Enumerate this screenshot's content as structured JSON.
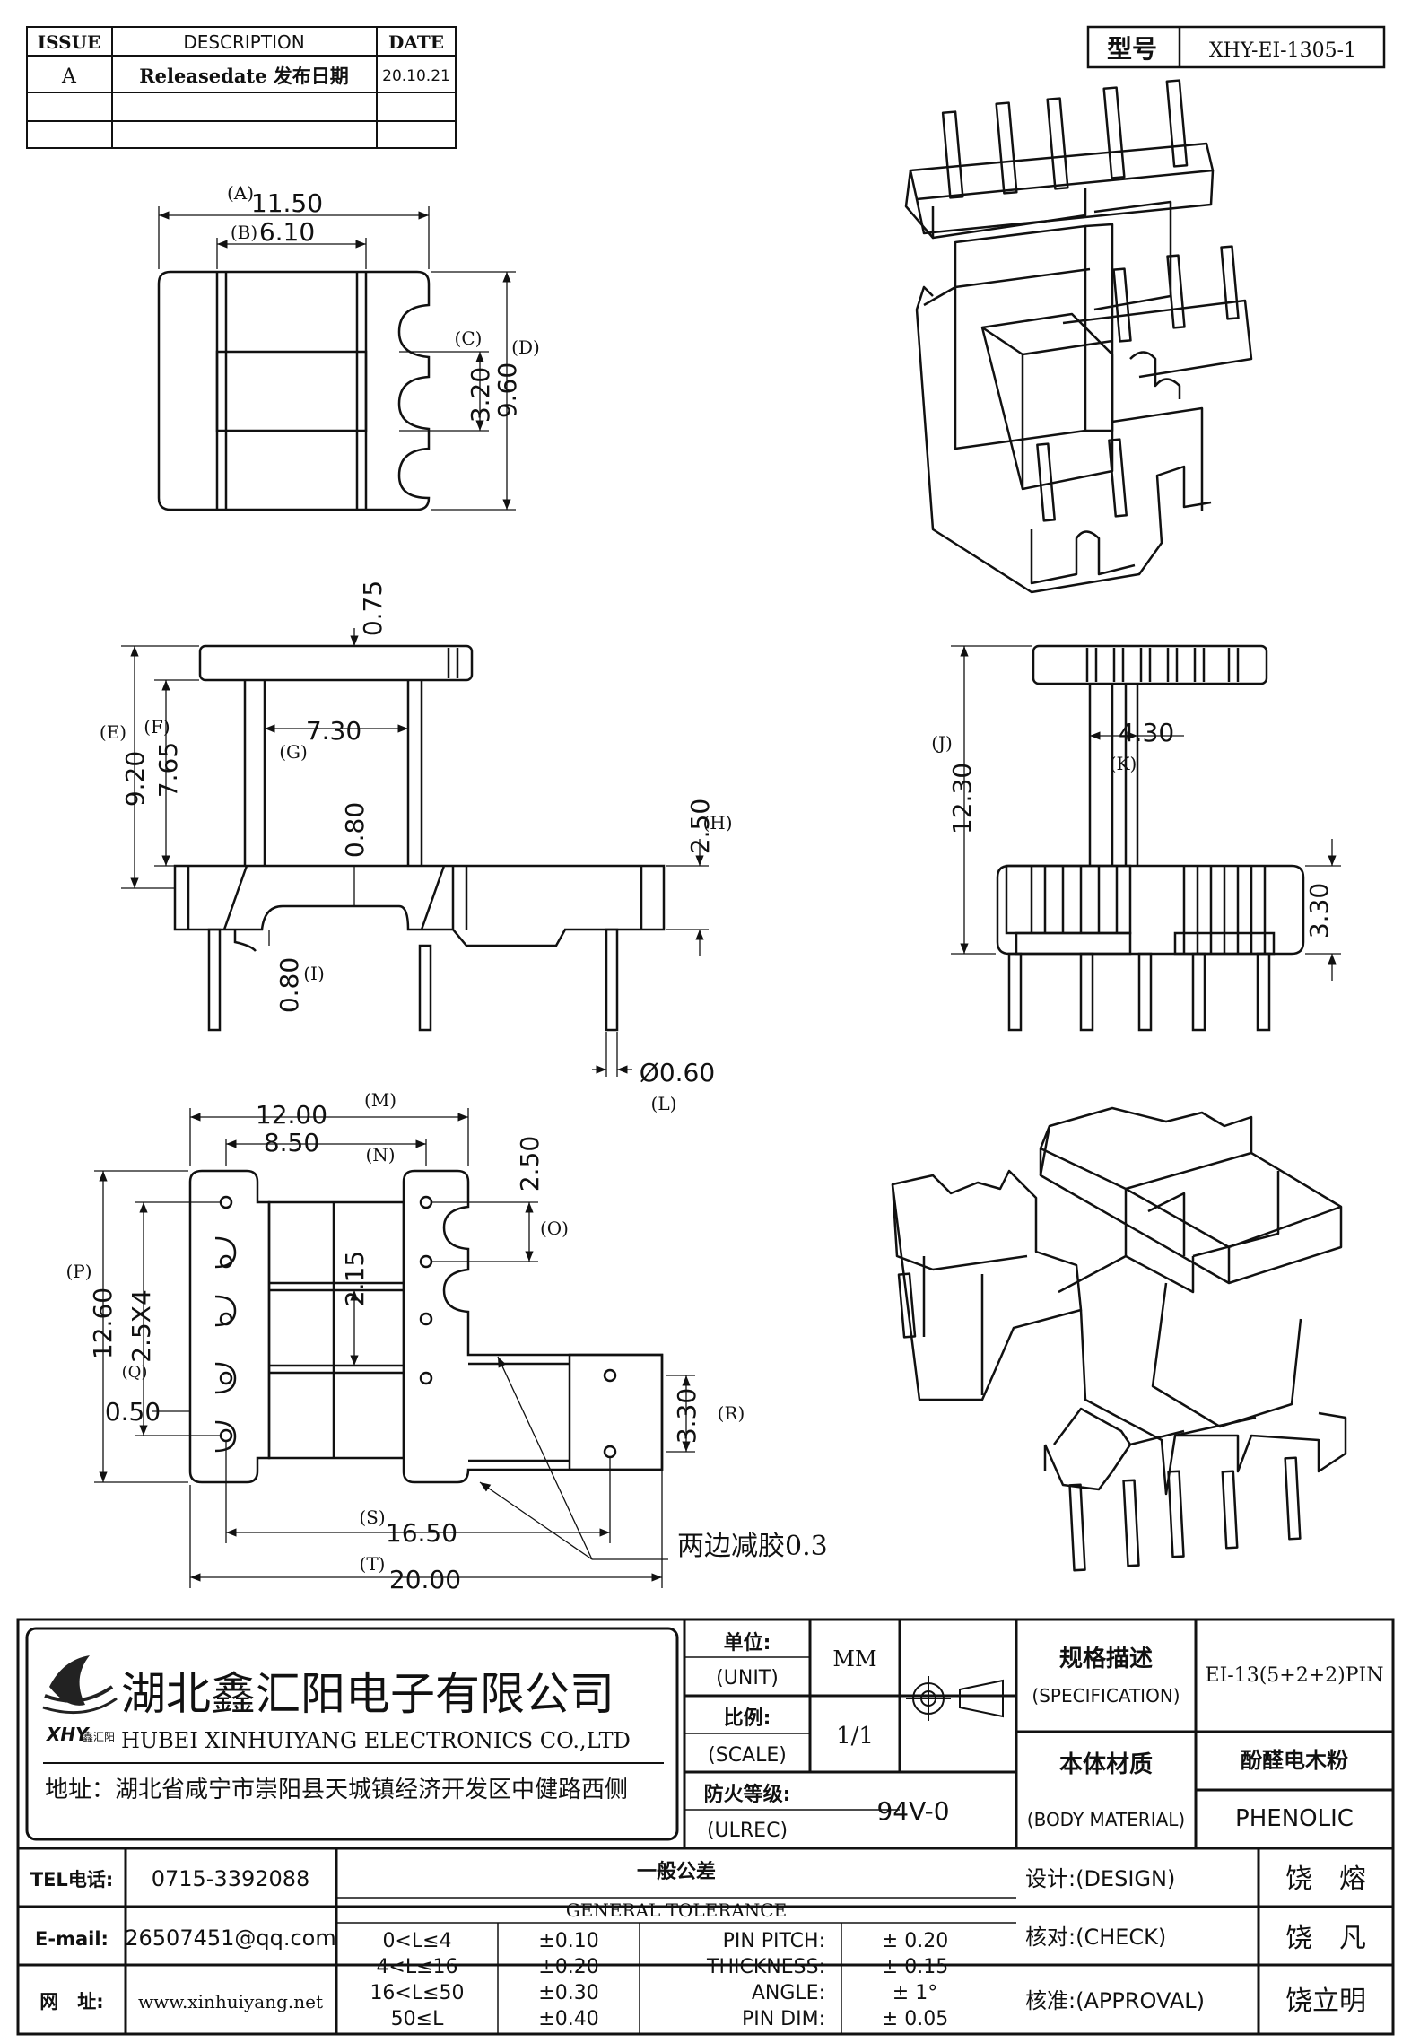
{
  "revision_table": {
    "headers": [
      "ISSUE",
      "DESCRIPTION",
      "DATE"
    ],
    "rows": [
      [
        "A",
        "Releasedate 发布日期",
        "20.10.21"
      ]
    ]
  },
  "model": {
    "label": "型号",
    "value": "XHY-EI-1305-1"
  },
  "top_view": {
    "A": "(A)",
    "A_val": "11.50",
    "B": "(B)",
    "B_val": "6.10",
    "C": "(C)",
    "C_val": "3.20",
    "D": "(D)",
    "D_val": "9.60"
  },
  "front_view": {
    "top_val": "0.75",
    "E": "(E)",
    "E_val": "9.20",
    "F": "(F)",
    "F_val": "7.65",
    "G": "(G)",
    "G_val": "7.30",
    "H": "(H)",
    "H_val": "2.50",
    "wall_val": "0.80",
    "I": "(I)",
    "I_val": "0.80",
    "L": "(L)",
    "L_val": "Ø0.60"
  },
  "side_view": {
    "J": "(J)",
    "J_val": "12.30",
    "K": "(K)",
    "K_val": "4.30",
    "base_val": "3.30"
  },
  "bottom_view": {
    "M": "(M)",
    "M_val": "12.00",
    "N": "(N)",
    "N_val": "8.50",
    "O": "(O)",
    "O_val": "2.50",
    "P": "(P)",
    "P_val": "12.60",
    "Q": "(Q)",
    "Q_val": "2.5X4",
    "slot_val": "2.15",
    "pad_val": "0.50",
    "R": "(R)",
    "R_val": "3.30",
    "S": "(S)",
    "S_val": "16.50",
    "T": "(T)",
    "T_val": "20.00",
    "note": "两边减胶0.3"
  },
  "company": {
    "name_cn": "湖北鑫汇阳电子有限公司",
    "name_en": "HUBEI XINHUIYANG ELECTRONICS CO.,LTD",
    "address": "地址：湖北省咸宁市崇阳县天城镇经济开发区中健路西侧",
    "logo_text": "XHY",
    "logo_sub": "鑫汇阳"
  },
  "info": {
    "unit_cn": "单位:",
    "unit_en": "(UNIT)",
    "unit_val": "MM",
    "scale_cn": "比例:",
    "scale_en": "(SCALE)",
    "scale_val": "1/1",
    "fire_cn": "防火等级:",
    "fire_en": "(ULREC)",
    "fire_val": "94V-0",
    "spec_cn": "规格描述",
    "spec_en": "(SPECIFICATION)",
    "spec_val": "EI-13(5+2+2)PIN",
    "material_cn": "本体材质",
    "material_en": "(BODY MATERIAL)",
    "material_val_cn": "酚醛电木粉",
    "material_val_en": "PHENOLIC"
  },
  "contact": {
    "tel_label": "TEL电话:",
    "tel": "0715-3392088",
    "email_label": "E-mail:",
    "email": "26507451@qq.com",
    "web_label": "网　址:",
    "web": "www.xinhuiyang.net"
  },
  "tolerance": {
    "title_cn": "一般公差",
    "title_en": "GENERAL TOLERANCE",
    "ranges": [
      [
        "0<L≤4",
        "±0.10"
      ],
      [
        "4<L≤16",
        "±0.20"
      ],
      [
        "16<L≤50",
        "±0.30"
      ],
      [
        "50≤L",
        "±0.40"
      ]
    ],
    "extras": [
      [
        "PIN PITCH:",
        "± 0.20"
      ],
      [
        "THICKNESS:",
        "± 0.15"
      ],
      [
        "ANGLE:",
        "± 1°"
      ],
      [
        "PIN DIM:",
        "± 0.05"
      ]
    ]
  },
  "approvals": {
    "design_label": "设计:(DESIGN)",
    "design_name": "饶　熔",
    "check_label": "核对:(CHECK)",
    "check_name": "饶　凡",
    "approval_label": "核准:(APPROVAL)",
    "approval_name": "饶立明"
  }
}
